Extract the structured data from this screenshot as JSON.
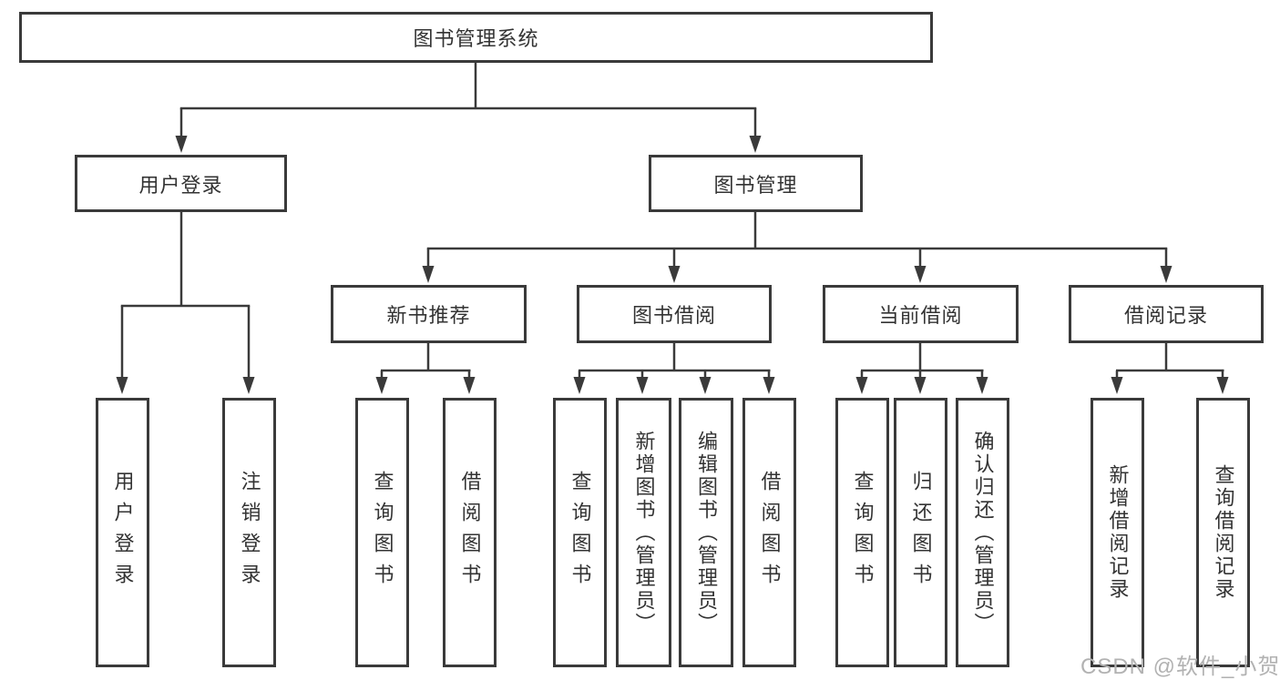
{
  "tree": {
    "root": {
      "label": "图书管理系统"
    },
    "user_login": {
      "label": "用户登录",
      "children": [
        "用户登录",
        "注销登录"
      ]
    },
    "book_mgmt": {
      "label": "图书管理",
      "sections": [
        {
          "label": "新书推荐",
          "children": [
            "查询图书",
            "借阅图书"
          ]
        },
        {
          "label": "图书借阅",
          "children": [
            "查询图书",
            "新增图书（管理员）",
            "编辑图书（管理员）",
            "借阅图书"
          ]
        },
        {
          "label": "当前借阅",
          "children": [
            "查询图书",
            "归还图书",
            "确认归还（管理员）"
          ]
        },
        {
          "label": "借阅记录",
          "children": [
            "新增借阅记录",
            "查询借阅记录"
          ]
        }
      ]
    }
  },
  "watermark": "CSDN @软件_小贺同学",
  "colors": {
    "line": "#3a3a3a",
    "text": "#333333",
    "watermark": "#b2b2b2"
  }
}
